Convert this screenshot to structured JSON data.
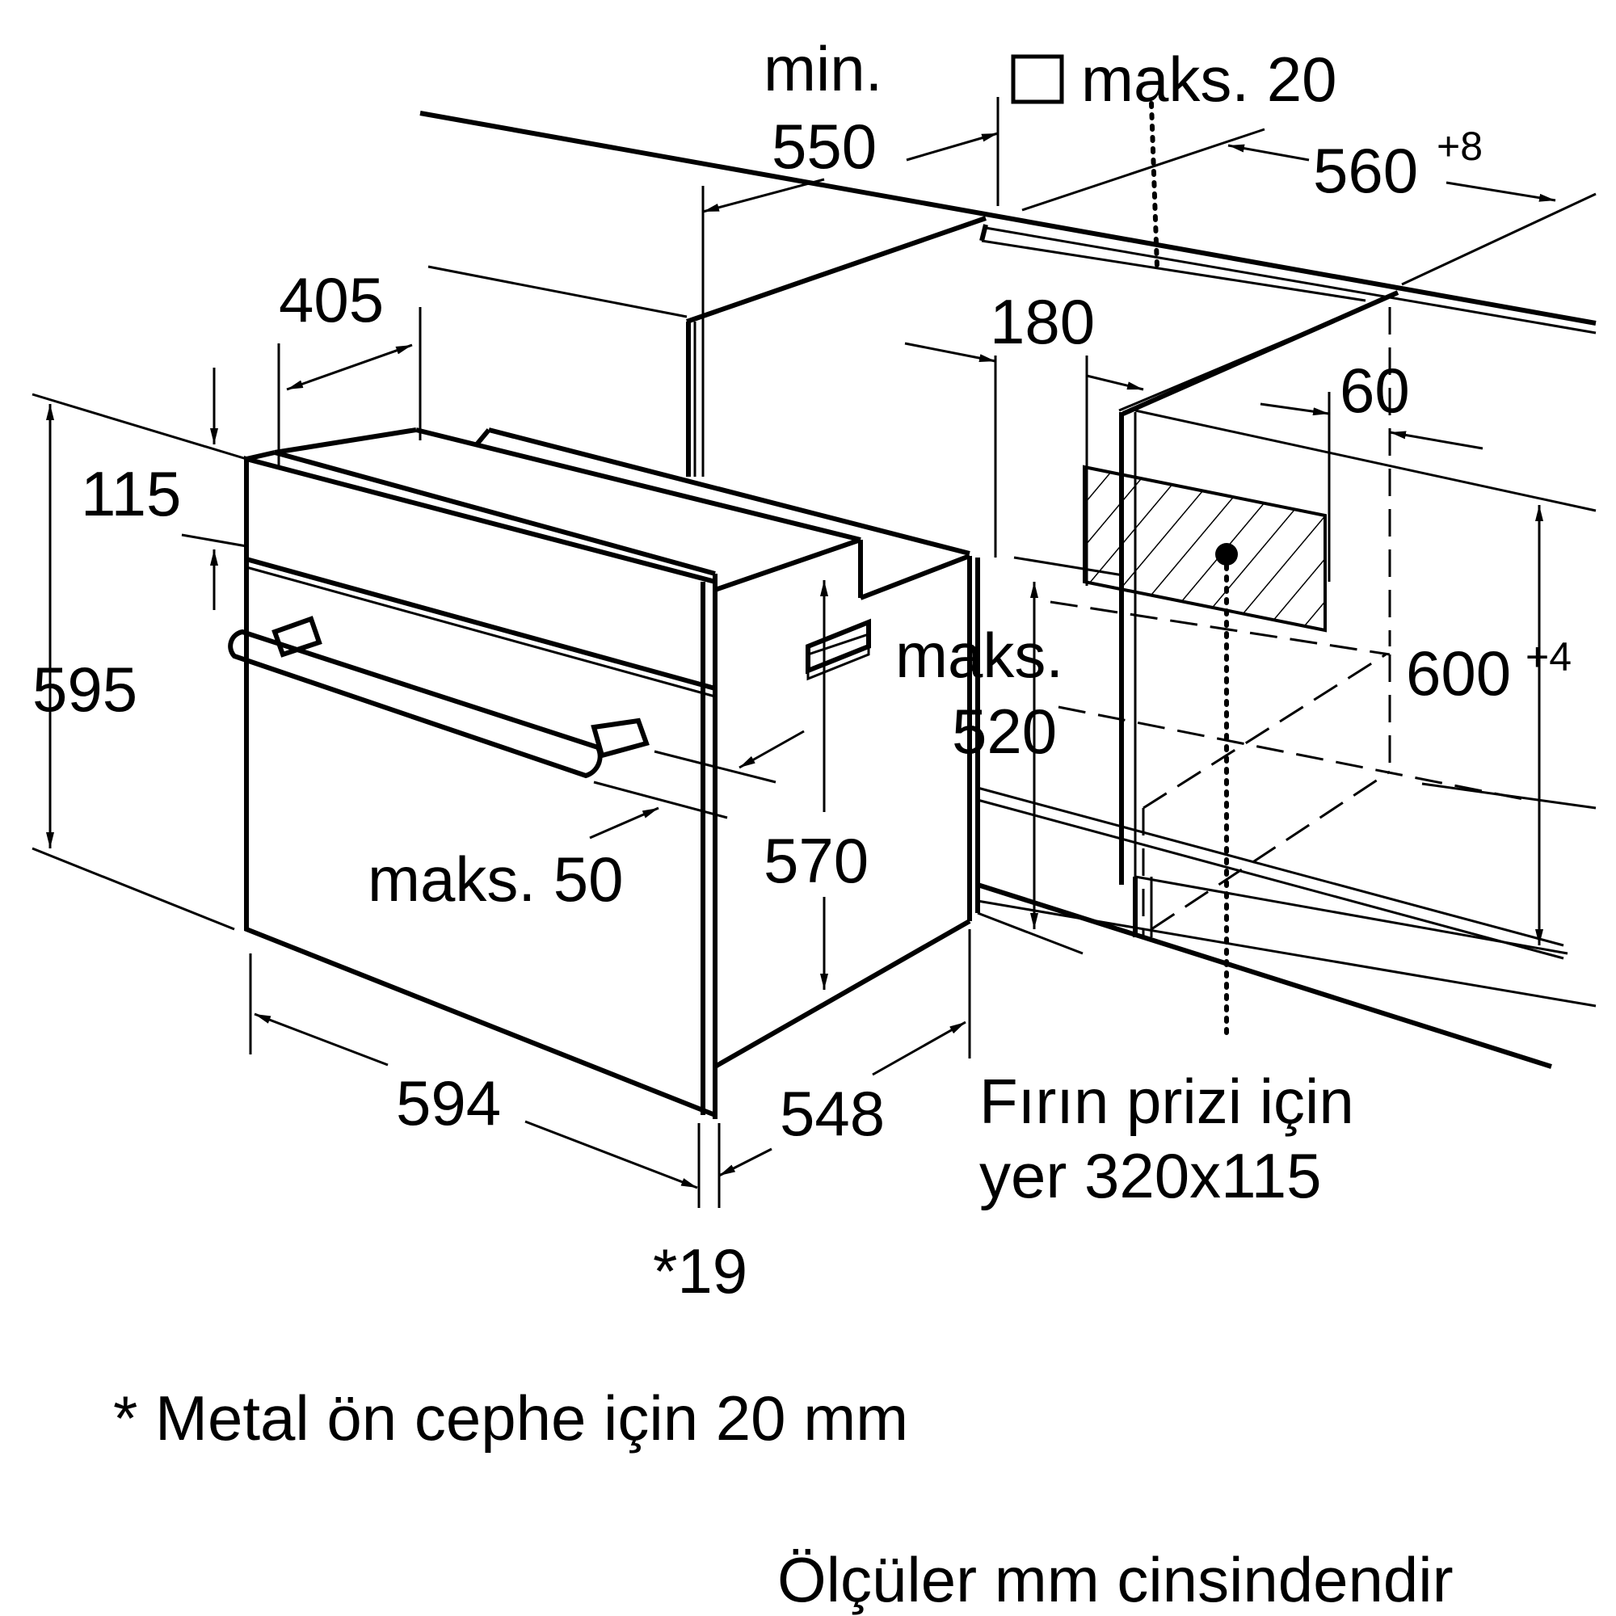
{
  "dimensions": {
    "min_label": "min.",
    "min_value": "550",
    "maks20_label": "maks. 20",
    "w560": "560",
    "w560_tol": "+8",
    "d405": "405",
    "d180": "180",
    "d60": "60",
    "d115": "115",
    "h595": "595",
    "h600": "600",
    "h600_tol": "+4",
    "maks520_label": "maks.",
    "maks520_value": "520",
    "maks50": "maks. 50",
    "d570": "570",
    "w594": "594",
    "d548": "548",
    "d19": "*19"
  },
  "notes": {
    "socket_line1": "Fırın prizi için",
    "socket_line2": "yer 320x115",
    "metal_front": "* Metal ön cephe için 20 mm",
    "units": "Ölçüler mm cinsindendir"
  },
  "icons": {
    "vent_square": "square-outline-icon"
  }
}
